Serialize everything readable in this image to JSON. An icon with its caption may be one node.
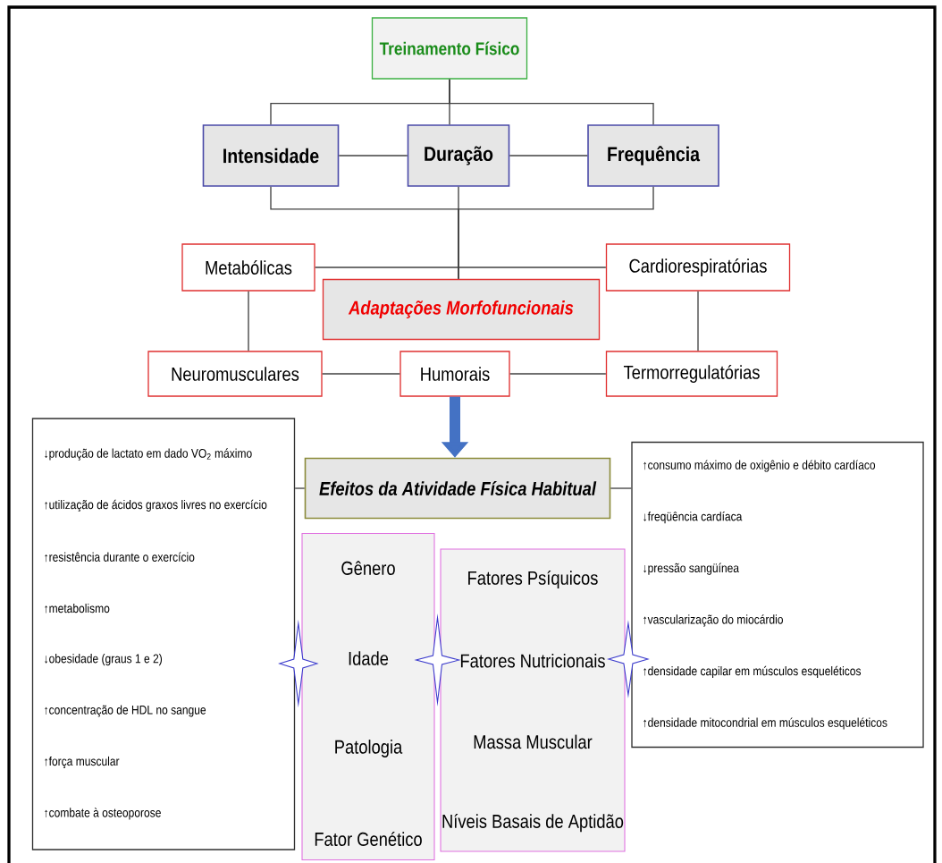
{
  "diagram": {
    "nodes": [
      {
        "text": [
          "Treinamento Físico"
        ]
      },
      {
        "text": [
          "Intensidade"
        ]
      },
      {
        "text": [
          "Duração"
        ]
      },
      {
        "text": [
          "Frequência"
        ]
      },
      {
        "text": [
          "Metabólicas"
        ]
      },
      {
        "text": [
          "Cardiorespiratórias"
        ]
      },
      {
        "text": [
          "Adaptações Morfofuncionais"
        ]
      },
      {
        "text": [
          "Neuromusculares"
        ]
      },
      {
        "text": [
          "Humorais"
        ]
      },
      {
        "text": [
          "Termorregulatórias"
        ]
      },
      {
        "text": [
          "↓produção de lactato em dado VO$_{2}$ máximo",
          "↑utilização de ácidos graxos livres no exercício",
          "↑resistência durante o exercício",
          "↑metabolismo",
          "↓obesidade (graus 1 e 2)",
          "↑concentração de HDL no sangue",
          "↑força muscular",
          "↑combate à osteoporose"
        ]
      },
      {
        "text": [
          "Efeitos da Atividade Física Habitual"
        ]
      },
      {
        "text": [
          "↑consumo máximo de oxigênio e débito cardíaco",
          "↓freqüência cardíaca",
          "↓pressão sangüínea",
          "↑vascularização do miocárdio",
          "↑densidade capilar em músculos esqueléticos",
          "↑densidade mitocondrial em músculos esqueléticos"
        ]
      },
      {
        "text": [
          "Gênero",
          "Idade",
          "Patologia",
          "Fator Genético"
        ]
      },
      {
        "text": [
          "Fatores Psíquicos",
          "Fatores Nutricionais",
          "Massa Muscular",
          "Níveis Basais de Aptidão"
        ]
      }
    ],
    "edges": [
      {
        "from": 0,
        "to": 1,
        "arrow": "none"
      },
      {
        "from": 0,
        "to": 2,
        "arrow": "none"
      },
      {
        "from": 0,
        "to": 3,
        "arrow": "none"
      },
      {
        "from": 1,
        "to": 2,
        "arrow": "none"
      },
      {
        "from": 2,
        "to": 3,
        "arrow": "none"
      },
      {
        "from": 1,
        "to": 6,
        "arrow": "none"
      },
      {
        "from": 2,
        "to": 6,
        "arrow": "none"
      },
      {
        "from": 3,
        "to": 6,
        "arrow": "none"
      },
      {
        "from": 4,
        "to": 5,
        "arrow": "none"
      },
      {
        "from": 4,
        "to": 7,
        "arrow": "none"
      },
      {
        "from": 5,
        "to": 9,
        "arrow": "none"
      },
      {
        "from": 7,
        "to": 8,
        "arrow": "none"
      },
      {
        "from": 8,
        "to": 9,
        "arrow": "none"
      },
      {
        "from": 8,
        "to": 11,
        "arrow": "to",
        "style": "thick",
        "color": "#4472c4"
      },
      {
        "from": 10,
        "to": 11,
        "arrow": "none"
      },
      {
        "from": 11,
        "to": 12,
        "arrow": "none"
      },
      {
        "from": 10,
        "to": 13,
        "arrow": "both"
      },
      {
        "from": 13,
        "to": 14,
        "arrow": "both"
      },
      {
        "from": 14,
        "to": 12,
        "arrow": "both"
      }
    ]
  }
}
